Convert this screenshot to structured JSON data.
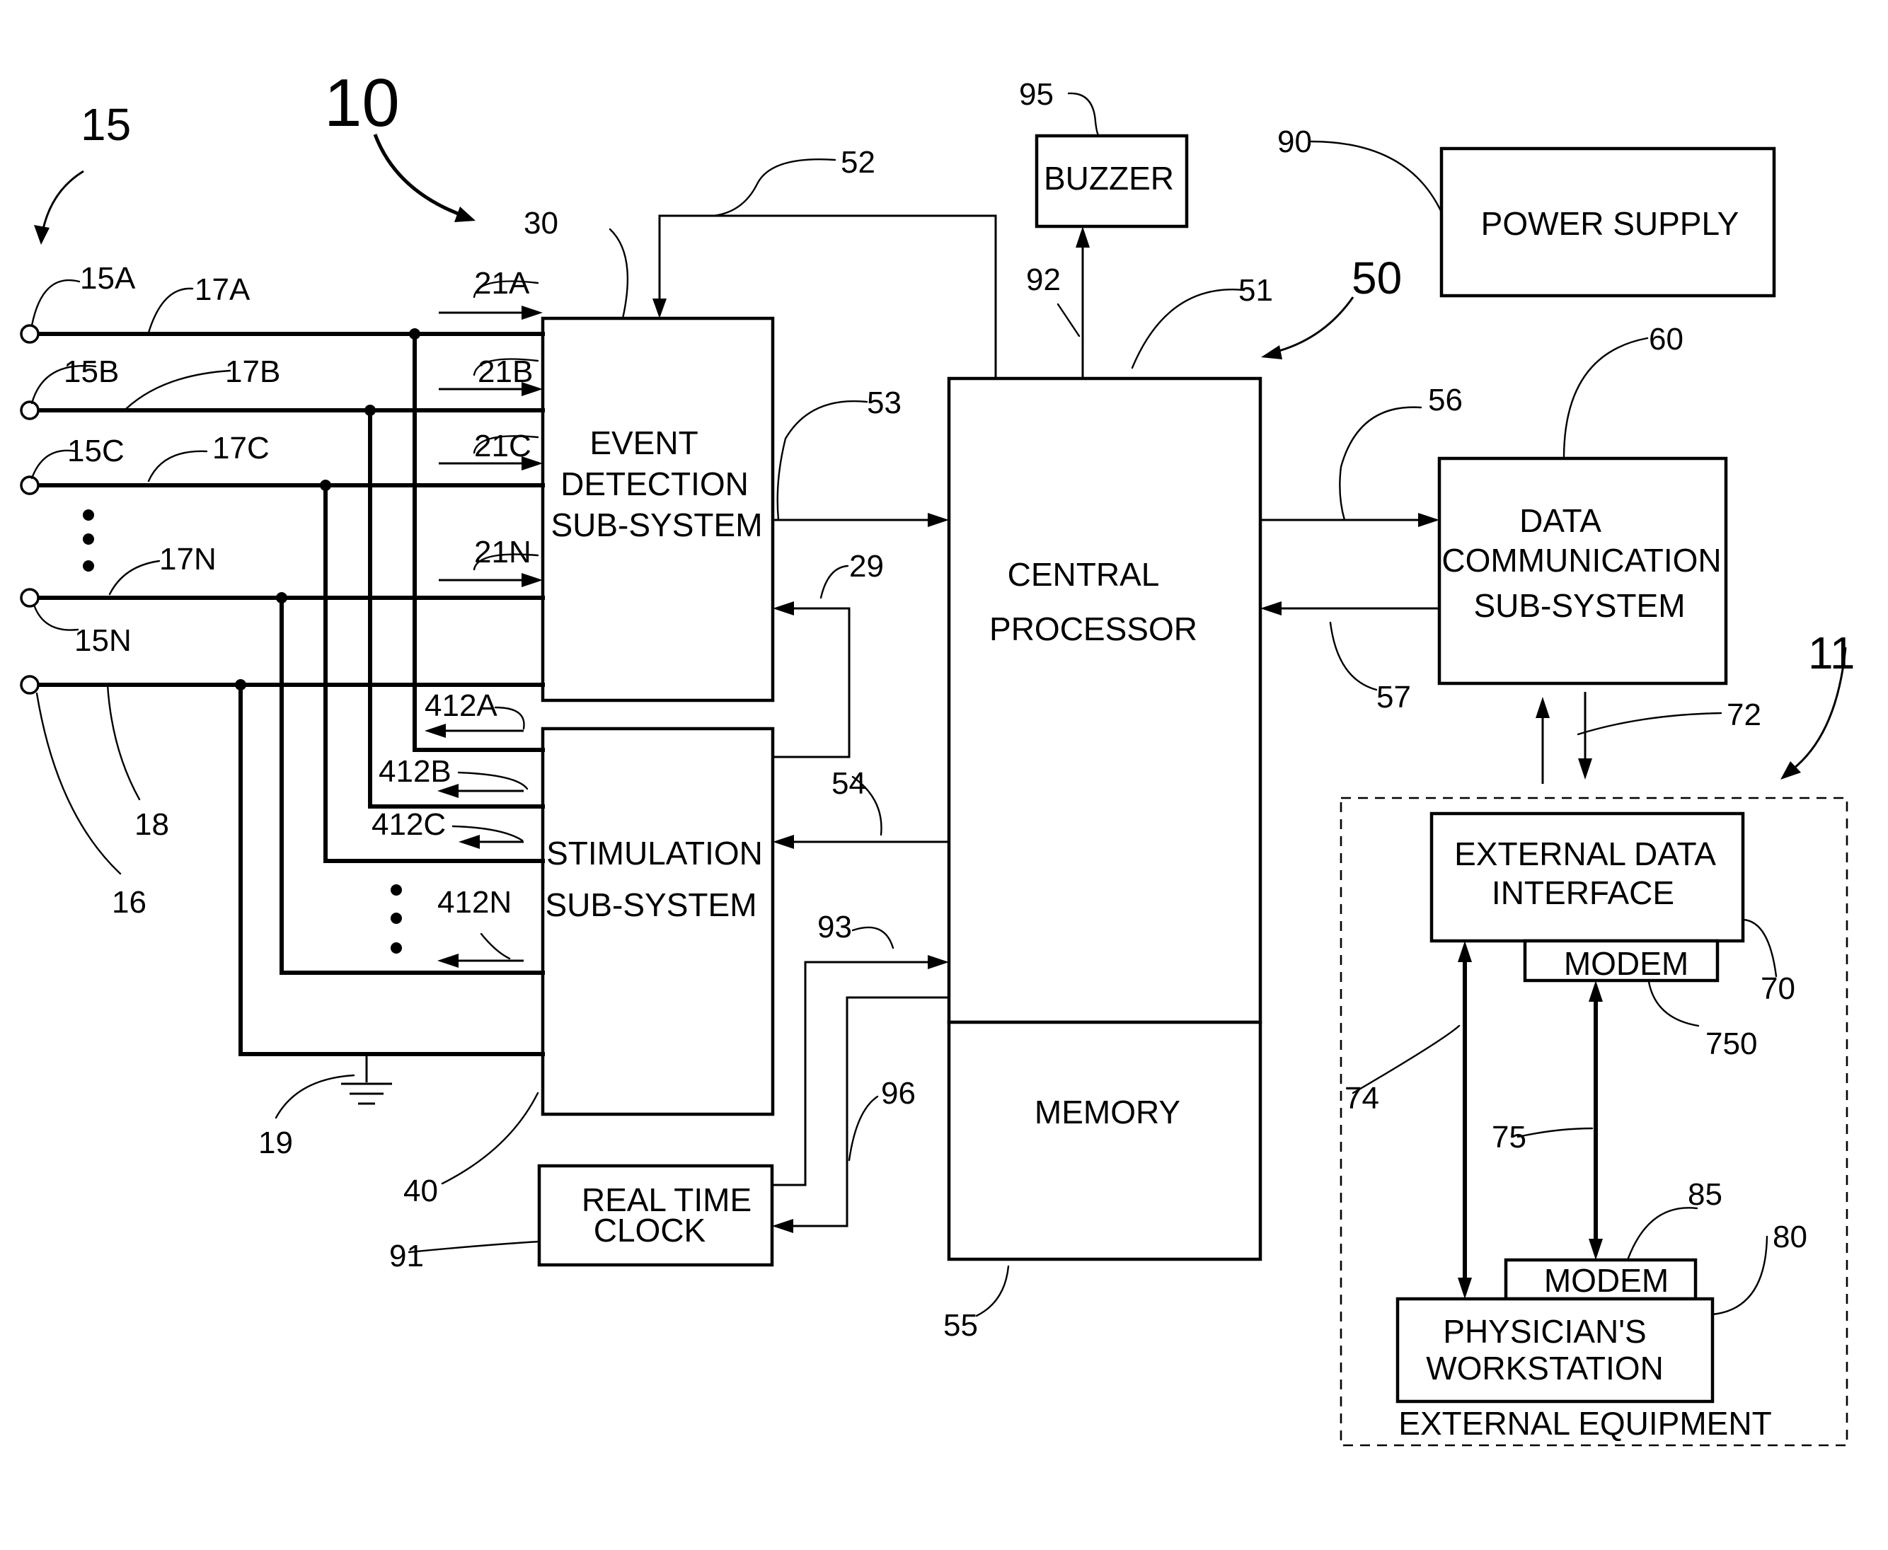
{
  "figure": {
    "system_ref": "10",
    "electrodes_ref": "15",
    "processor_system_ref": "50",
    "external_ref": "11"
  },
  "blocks": {
    "event_detection": {
      "lines": [
        "EVENT",
        "DETECTION",
        "SUB-SYSTEM"
      ],
      "ref": "30"
    },
    "stimulation": {
      "lines": [
        "STIMULATION",
        "SUB-SYSTEM"
      ],
      "ref": "40"
    },
    "central_processor": {
      "lines": [
        "CENTRAL",
        "PROCESSOR"
      ],
      "ref": "51"
    },
    "memory": {
      "label": "MEMORY",
      "ref": "55"
    },
    "buzzer": {
      "label": "BUZZER",
      "ref": "95"
    },
    "power_supply": {
      "label": "POWER SUPPLY",
      "ref": "90"
    },
    "data_comm": {
      "lines": [
        "DATA",
        "COMMUNICATION",
        "SUB-SYSTEM"
      ],
      "ref": "60"
    },
    "real_time_clock": {
      "lines": [
        "REAL TIME",
        "CLOCK"
      ],
      "ref": "91"
    },
    "external_data_interface": {
      "lines": [
        "EXTERNAL DATA",
        "INTERFACE"
      ],
      "ref": "70"
    },
    "modem_interface": {
      "label": "MODEM",
      "ref": "750"
    },
    "modem_workstation": {
      "label": "MODEM",
      "ref": "85"
    },
    "workstation": {
      "lines": [
        "PHYSICIAN'S",
        "WORKSTATION"
      ],
      "ref": "80"
    },
    "external_equipment": {
      "label": "EXTERNAL EQUIPMENT"
    }
  },
  "electrodes": [
    {
      "terminal": "15A",
      "lead": "17A",
      "detect_signal": "21A",
      "stim_signal": "412A"
    },
    {
      "terminal": "15B",
      "lead": "17B",
      "detect_signal": "21B",
      "stim_signal": "412B"
    },
    {
      "terminal": "15C",
      "lead": "17C",
      "detect_signal": "21C",
      "stim_signal": "412C"
    },
    {
      "terminal": "15N",
      "lead": "17N",
      "detect_signal": "21N",
      "stim_signal": "412N"
    }
  ],
  "common": {
    "terminal": "16",
    "lead": "18",
    "ground": "19"
  },
  "refs": {
    "r52": "52",
    "r53": "53",
    "r29": "29",
    "r54": "54",
    "r93": "93",
    "r96": "96",
    "r92": "92",
    "r56": "56",
    "r57": "57",
    "r72": "72",
    "r74": "74",
    "r75": "75"
  }
}
